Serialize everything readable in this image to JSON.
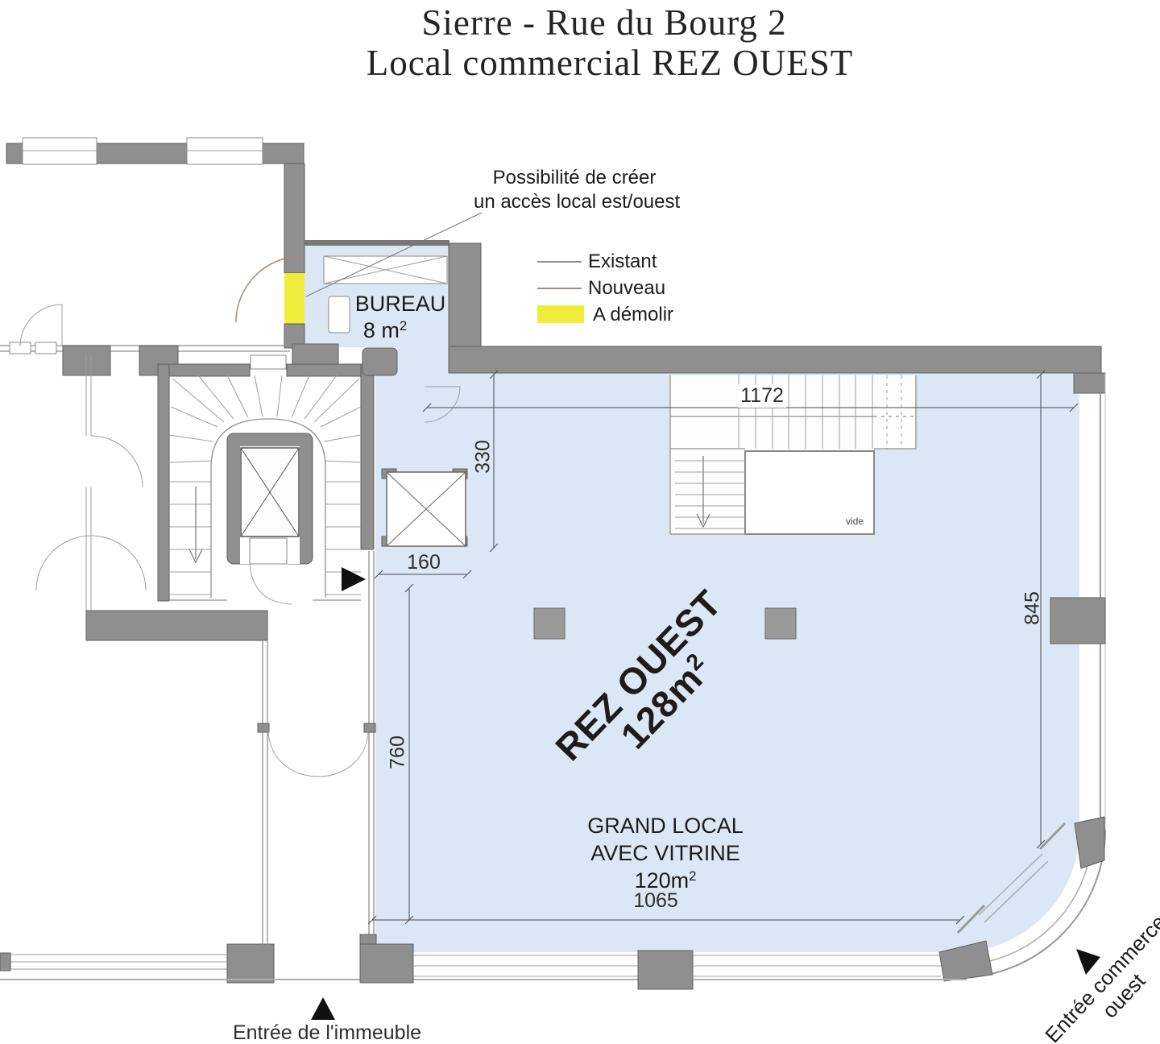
{
  "title": {
    "line1": "Sierre - Rue du Bourg 2",
    "line2": "Local commercial REZ OUEST"
  },
  "annotation": {
    "line1": "Possibilité de créer",
    "line2": "un accès local est/ouest"
  },
  "legend": {
    "existant": "Existant",
    "nouveau": "Nouveau",
    "demolir": "A démolir"
  },
  "rooms": {
    "bureau": {
      "name": "BUREAU",
      "area": "8 m",
      "area_sup": "2"
    },
    "rez_ouest": {
      "name": "REZ OUEST",
      "area": "128m",
      "area_sup": "2"
    },
    "grand_local": {
      "line1": "GRAND LOCAL",
      "line2": "AVEC VITRINE",
      "area": "120m",
      "area_sup": "2"
    },
    "vide": "vide"
  },
  "dimensions": {
    "d1172": "1172",
    "d330": "330",
    "d160": "160",
    "d760": "760",
    "d845": "845",
    "d1065": "1065"
  },
  "entrances": {
    "building": "Entrée de l'immeuble",
    "commerce_line1": "Entrée commerce",
    "commerce_line2": "ouest"
  },
  "colors": {
    "room_fill": "#dce7f5",
    "wall_fill": "#8f8f8f",
    "demolish_yellow": "#f0ec3c",
    "new_line": "#a9887e",
    "existing_line": "#8f8f8f",
    "dim_color": "#4a4a4a"
  }
}
